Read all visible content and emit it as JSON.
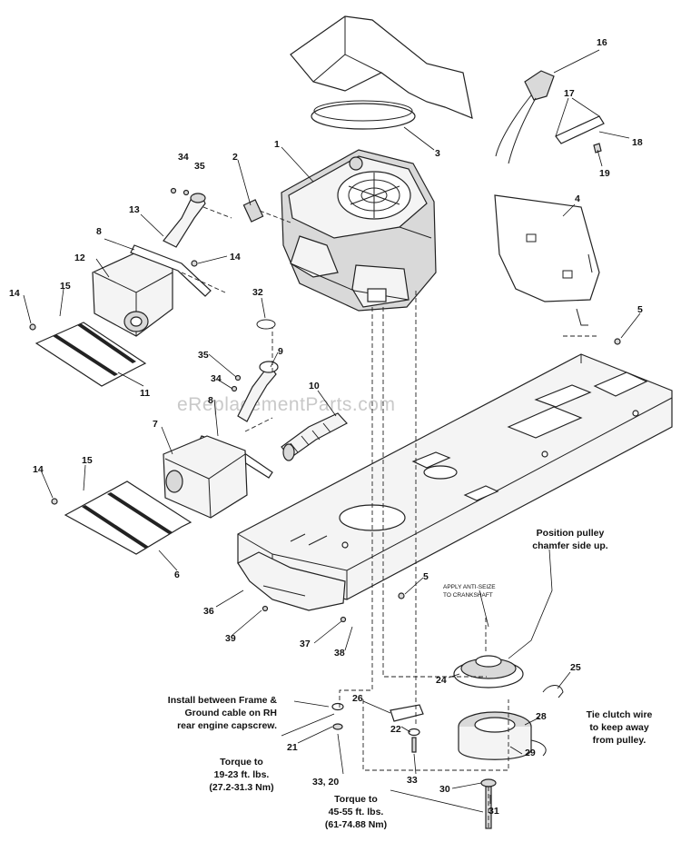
{
  "watermark": "eReplacementParts.com",
  "callouts": {
    "c1": "1",
    "c2": "2",
    "c3": "3",
    "c4": "4",
    "c5a": "5",
    "c5b": "5",
    "c6": "6",
    "c7": "7",
    "c8a": "8",
    "c8b": "8",
    "c9": "9",
    "c10": "10",
    "c11": "11",
    "c12": "12",
    "c13": "13",
    "c14a": "14",
    "c14b": "14",
    "c14c": "14",
    "c15a": "15",
    "c15b": "15",
    "c16": "16",
    "c17": "17",
    "c18": "18",
    "c19": "19",
    "c21": "21",
    "c22": "22",
    "c24": "24",
    "c25": "25",
    "c26": "26",
    "c28": "28",
    "c29": "29",
    "c30": "30",
    "c31": "31",
    "c32": "32",
    "c33a": "33",
    "c33_20": "33, 20",
    "c34a": "34",
    "c34b": "34",
    "c35a": "35",
    "c35b": "35",
    "c36": "36",
    "c37": "37",
    "c38": "38",
    "c39": "39"
  },
  "notes": {
    "pulley_line1": "Position pulley",
    "pulley_line2": "chamfer side up.",
    "antiseize_line1": "APPLY ANTI-SEIZE",
    "antiseize_line2": "TO CRANKSHAFT",
    "install_line1": "Install between Frame &",
    "install_line2": "Ground cable on RH",
    "install_line3": "rear engine capscrew.",
    "torque1_line1": "Torque to",
    "torque1_line2": "19-23 ft. lbs.",
    "torque1_line3": "(27.2-31.3 Nm)",
    "torque2_line1": "Torque to",
    "torque2_line2": "45-55 ft. lbs.",
    "torque2_line3": "(61-74.88 Nm)",
    "clutch_line1": "Tie clutch wire",
    "clutch_line2": "to keep away",
    "clutch_line3": "from pulley."
  }
}
